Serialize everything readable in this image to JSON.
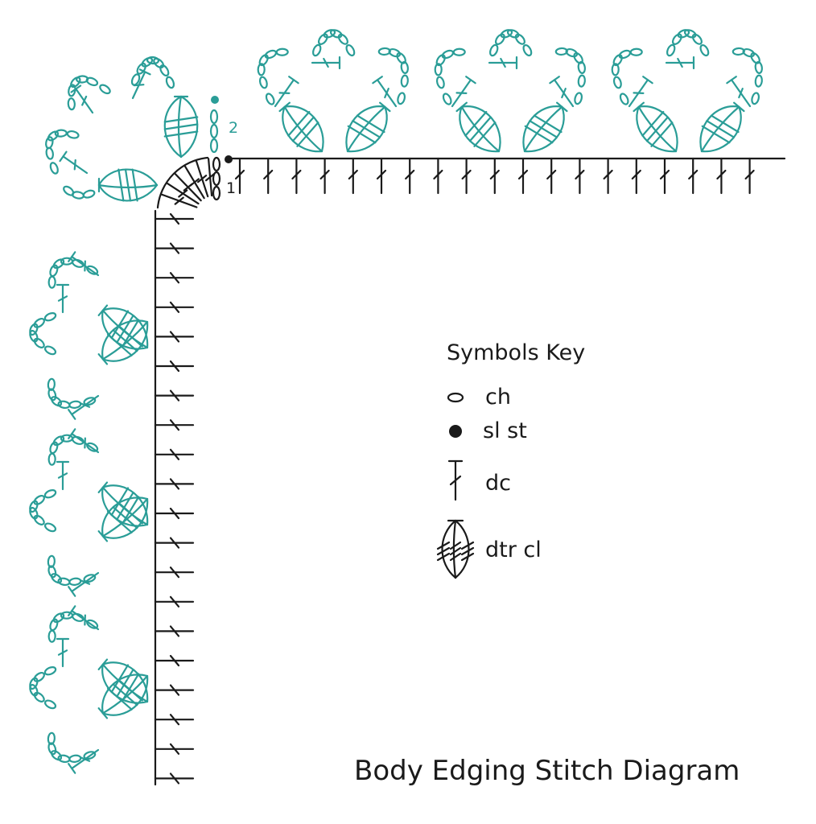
{
  "title": "Body Edging Stitch Diagram",
  "row_labels": {
    "row1": "1",
    "row2": "2"
  },
  "key": {
    "title": "Symbols Key",
    "items": [
      {
        "symbol": "chain-icon",
        "label": "ch"
      },
      {
        "symbol": "slip-stitch-icon",
        "label": "sl st"
      },
      {
        "symbol": "double-crochet-icon",
        "label": "dc"
      },
      {
        "symbol": "dtr-cluster-icon",
        "label": "dtr cl"
      }
    ]
  },
  "colors": {
    "row1": "#1a1a1a",
    "row2": "#2a9d97"
  }
}
